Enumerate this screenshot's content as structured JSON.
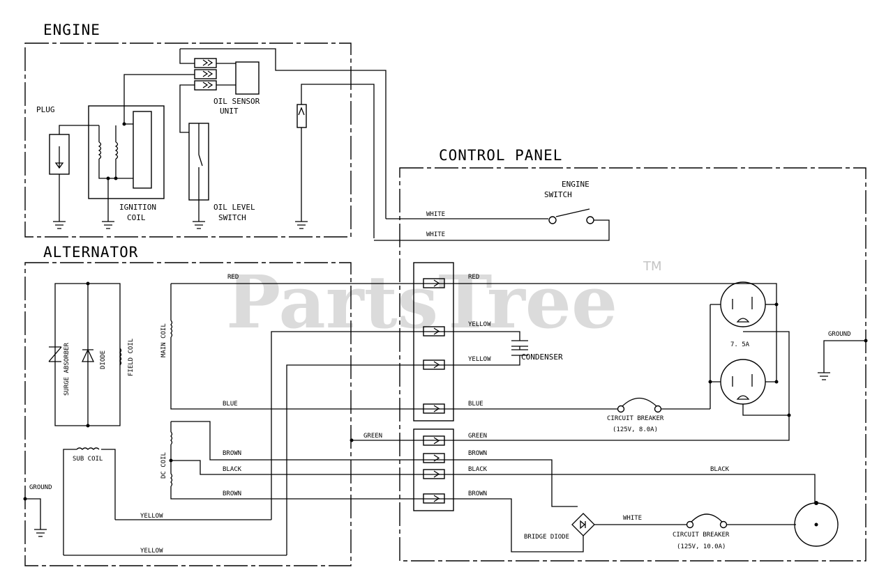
{
  "sections": {
    "engine": "ENGINE",
    "alternator": "ALTERNATOR",
    "control_panel": "CONTROL PANEL"
  },
  "engine": {
    "plug": "PLUG",
    "ignition_coil": [
      "IGNITION",
      "COIL"
    ],
    "oil_sensor_unit": [
      "OIL SENSOR",
      "UNIT"
    ],
    "oil_level_switch": [
      "OIL LEVEL",
      "SWITCH"
    ]
  },
  "control_panel": {
    "engine_switch": [
      "ENGINE",
      "SWITCH"
    ],
    "ground": "GROUND",
    "receptacle_rating": "7. 5A",
    "condenser": "CONDENSER",
    "bridge_diode": "BRIDGE DIODE",
    "breaker_ac": [
      "CIRCUIT BREAKER",
      "(125V,  8.0A)"
    ],
    "breaker_dc": [
      "CIRCUIT BREAKER",
      "(125V,  10.0A)"
    ]
  },
  "alternator": {
    "surge_absorber": "SURGE ABSORBER",
    "diode": "DIODE",
    "field_coil": "FIELD COIL",
    "main_coil": "MAIN COIL",
    "sub_coil": "SUB COIL",
    "dc_coil": "DC COIL",
    "ground": "GROUND"
  },
  "wires": {
    "white_top": "WHITE",
    "white_bottom": "WHITE",
    "red": "RED",
    "red_panel": "RED",
    "yellow_1": "YELLOW",
    "yellow_2": "YELLOW",
    "blue": "BLUE",
    "blue_panel": "BLUE",
    "green": "GREEN",
    "green_panel": "GREEN",
    "brown_1": "BROWN",
    "brown_1_panel": "BROWN",
    "black": "BLACK",
    "black_panel": "BLACK",
    "black_right": "BLACK",
    "brown_2": "BROWN",
    "brown_2_panel": "BROWN",
    "yellow_sub": "YELLOW",
    "yellow_bottom": "YELLOW",
    "white_dc": "WHITE"
  },
  "watermark": {
    "text": "PartsTree",
    "tm": "TM"
  }
}
